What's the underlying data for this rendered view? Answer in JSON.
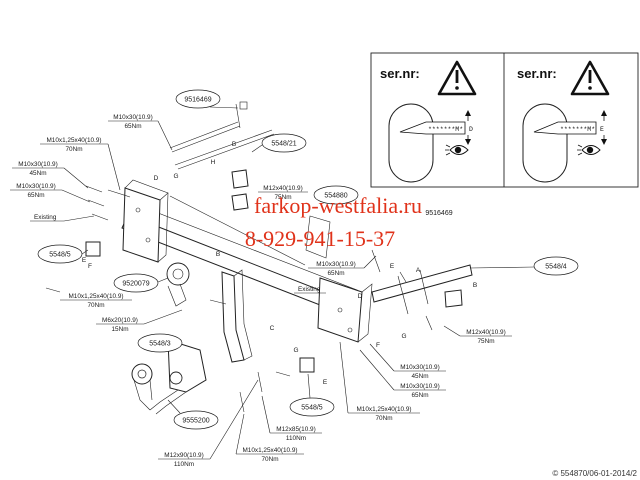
{
  "watermark": {
    "site": "farkop-westfalia.ru",
    "phone": "8-929-941-15-37",
    "color": "#e0321a"
  },
  "warning_panels": [
    {
      "label": "ser.nr:",
      "serial": "*******M*",
      "code": "D"
    },
    {
      "label": "ser.nr:",
      "serial": "*******M*",
      "code": "E"
    }
  ],
  "part_numbers": {
    "p9516469": "9516469",
    "p5548_21": "5548/21",
    "p554880": "554880",
    "p5548_5_left": "5548/5",
    "p9520079": "9520079",
    "p5548_3": "5548/3",
    "p9555200": "9555200",
    "p5548_4": "5548/4",
    "p5548_5_bottom": "5548/5",
    "p9516469_right": "9516469"
  },
  "existing_labels": [
    "Existing",
    "Existing"
  ],
  "bolt_specs": {
    "b1": {
      "spec": "M10x30(10.9)",
      "torque": "65Nm"
    },
    "b2": {
      "spec": "M10x1,25x40(10.9)",
      "torque": "70Nm"
    },
    "b3": {
      "spec": "M10x30(10.9)",
      "torque": "45Nm"
    },
    "b4": {
      "spec": "M10x30(10.9)",
      "torque": "65Nm"
    },
    "b5": {
      "spec": "M12x40(10.9)",
      "torque": "75Nm"
    },
    "b6": {
      "spec": "M10x30(10.9)",
      "torque": "65Nm"
    },
    "b7": {
      "spec": "M10x1,25x40(10.9)",
      "torque": "70Nm"
    },
    "b8": {
      "spec": "M6x20(10.9)",
      "torque": "15Nm"
    },
    "b9": {
      "spec": "M12x40(10.9)",
      "torque": "75Nm"
    },
    "b10": {
      "spec": "M10x30(10.9)",
      "torque": "45Nm"
    },
    "b11": {
      "spec": "M10x30(10.9)",
      "torque": "65Nm"
    },
    "b12": {
      "spec": "M10x1,25x40(10.9)",
      "torque": "70Nm"
    },
    "b13": {
      "spec": "M12x85(10.9)",
      "torque": "110Nm"
    },
    "b14": {
      "spec": "M10x1,25x40(10.9)",
      "torque": "70Nm"
    },
    "b15": {
      "spec": "M12x90(10.9)",
      "torque": "110Nm"
    }
  },
  "letters": {
    "d1": "D",
    "g1": "G",
    "h1": "H",
    "b1": "B",
    "f1": "F",
    "e1": "E",
    "b2": "B",
    "e2": "E",
    "a1": "A",
    "b3": "B",
    "d2": "D",
    "f2": "F",
    "g2": "G",
    "e3": "E",
    "c1": "C",
    "g3": "G"
  },
  "copyright": "© 554870/06-01-2014/2"
}
